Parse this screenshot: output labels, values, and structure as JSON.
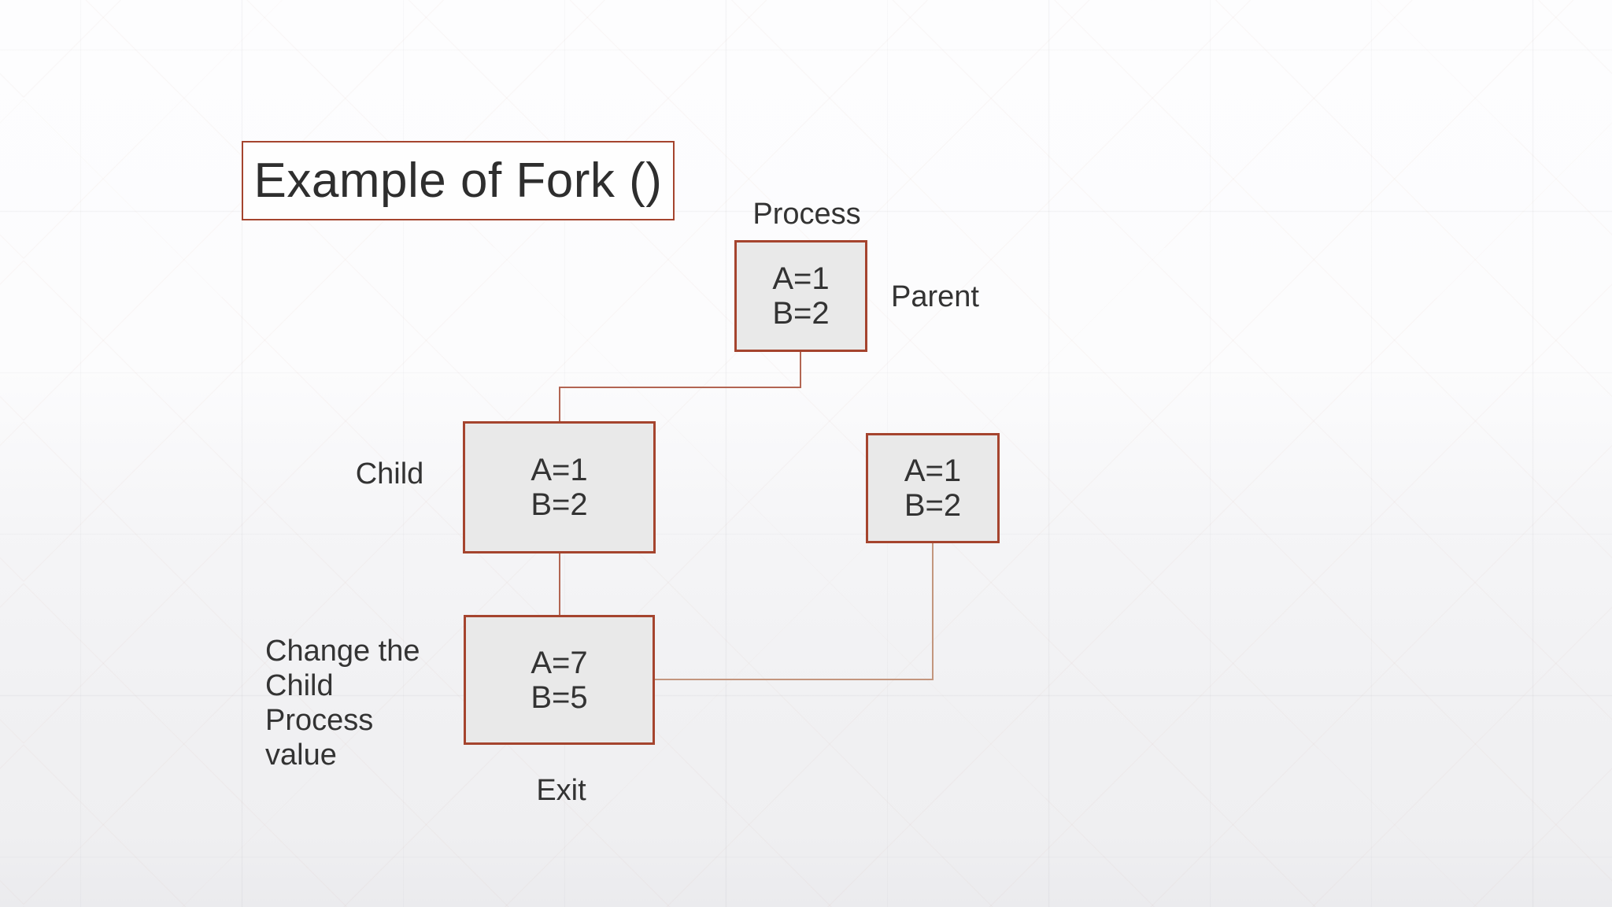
{
  "diagram": {
    "title": "Example of Fork ()",
    "process_label": "Process",
    "parent_label": "Parent",
    "child_label": "Child",
    "change_note": "Change the\nChild\nProcess\nvalue",
    "exit_label": "Exit",
    "boxes": {
      "parent": "A=1\nB=2",
      "child": "A=1\nB=2",
      "parent_continues": "A=1\nB=2",
      "child_changed": "A=7\nB=5"
    },
    "colors": {
      "box_border": "#a5442e",
      "box_fill": "#e9e9e9",
      "connector_primary": "#b26552",
      "connector_secondary": "#c3967e",
      "text": "#333333"
    }
  }
}
